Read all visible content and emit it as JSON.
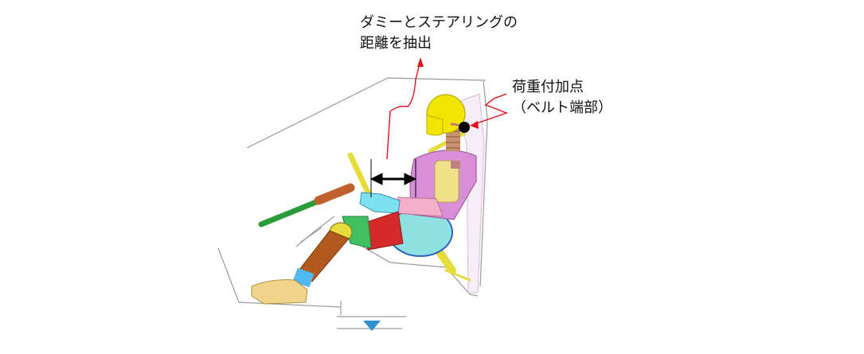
{
  "annotations": {
    "distance_line1": "ダミーとステアリングの",
    "distance_line2": "距離を抽出",
    "load_line1": "荷重付加点",
    "load_line2": "（ベルト端部）"
  },
  "colors": {
    "head": "#f2e600",
    "torso": "#d88fd8",
    "thigh": "#d62a2a",
    "shin": "#b25a1e",
    "foot": "#efd48a",
    "arm": "#f3b0c8",
    "hand": "#7fe0f0",
    "pelvis": "#8fe0e0",
    "belt": "#e6dc3a",
    "steering_column": "#2a9c3a",
    "steering_tip": "#c0602a",
    "leader_line": "#e0101a",
    "frame": "#9a9a9a",
    "marker": "#2f8fd0"
  }
}
